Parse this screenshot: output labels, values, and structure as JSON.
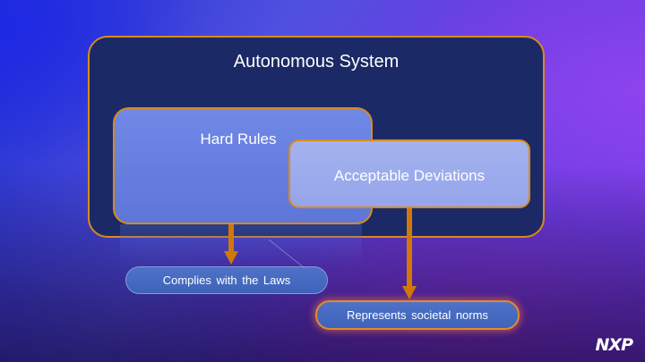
{
  "diagram": {
    "outer_box": {
      "title": "Autonomous System"
    },
    "hard_rules_box": {
      "title": "Hard Rules"
    },
    "acceptable_deviations_box": {
      "title": "Acceptable Deviations"
    },
    "outcomes": {
      "laws": "Complies with the Laws",
      "norms": "Represents societal norms"
    }
  },
  "branding": {
    "logo_text": "NXP"
  },
  "colors": {
    "border_accent": "#d88a1e",
    "arrow": "#d0780a",
    "outer_fill": "#1b2a66",
    "hard_rules_fill": "#6680e0",
    "deviations_fill": "#a0aeec",
    "pill_fill": "#4569bf"
  }
}
